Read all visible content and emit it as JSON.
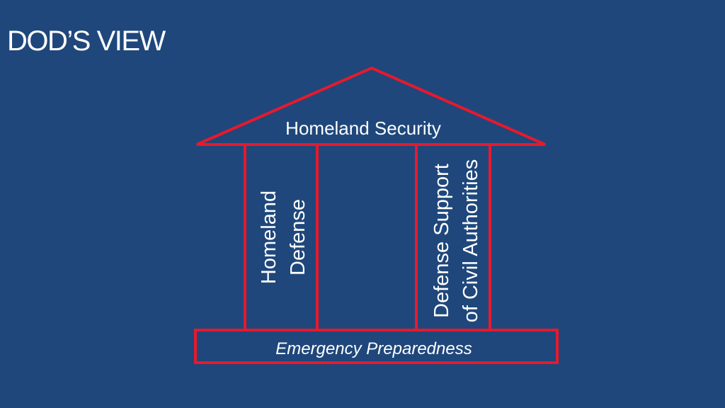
{
  "slide": {
    "title": "DOD’S VIEW"
  },
  "diagram": {
    "roof_label": "Homeland Security",
    "left_pillar": {
      "line1": "Homeland",
      "line2": "Defense"
    },
    "right_pillar": {
      "line1": "Defense Support",
      "line2": "of Civil Authorities"
    },
    "base_label": "Emergency Preparedness"
  },
  "colors": {
    "background": "#1f477b",
    "outline": "#e8192c",
    "text": "#ffffff"
  }
}
